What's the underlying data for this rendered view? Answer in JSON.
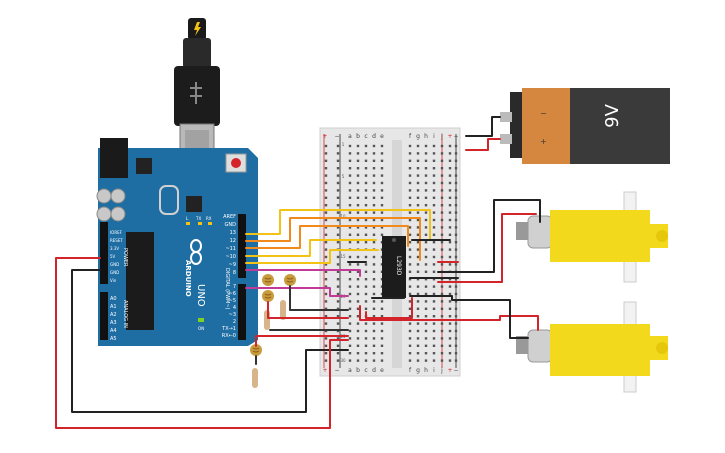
{
  "circuit": {
    "arduino": {
      "brand": "ARDUINO",
      "model": "UNO",
      "power_header_title": "POWER",
      "power_pins": [
        "IOREF",
        "RESET",
        "3.3V",
        "5V",
        "GND",
        "GND",
        "Vin"
      ],
      "analog_header_title": "ANALOG IN",
      "analog_pins": [
        "A0",
        "A1",
        "A2",
        "A3",
        "A4",
        "A5"
      ],
      "digital_header_title": "DIGITAL (PWM~)",
      "digital_top_pins": [
        "AREF",
        "GND",
        "13",
        "12",
        "~11",
        "~10",
        "~9",
        "8"
      ],
      "digital_bottom_pins": [
        "7",
        "~6",
        "~5",
        "4",
        "~3",
        "2",
        "TX→1",
        "RX←0"
      ],
      "led_labels": [
        "L",
        "TX",
        "RX"
      ],
      "on_label": "ON"
    },
    "breadboard": {
      "column_letters_left": [
        "a",
        "b",
        "c",
        "d",
        "e"
      ],
      "column_letters_right": [
        "f",
        "g",
        "h",
        "i",
        "j"
      ],
      "rail_plus": "+",
      "rail_minus": "−",
      "row_numbers": [
        "1",
        "5",
        "10",
        "15",
        "20",
        "25",
        "30"
      ]
    },
    "chip": {
      "label": "L293D"
    },
    "battery": {
      "label": "9V",
      "plus": "+",
      "minus": "−"
    },
    "colors": {
      "arduino_board": "#1f6ea3",
      "wire_red": "#d3242b",
      "wire_black": "#222222",
      "wire_orange": "#f08a1c",
      "wire_yellow": "#f2c314",
      "wire_magenta": "#c03a96",
      "motor_body": "#f2d91c",
      "battery_body": "#3a3a3a",
      "battery_cap": "#d6873f"
    }
  }
}
